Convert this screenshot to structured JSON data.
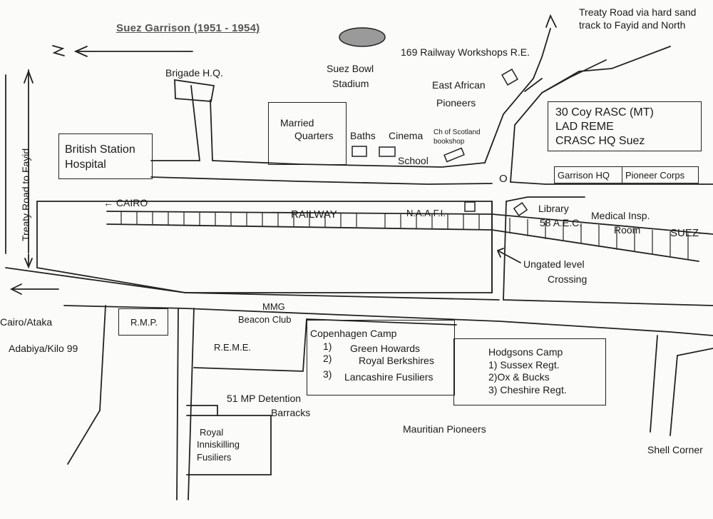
{
  "title": "Suez Garrison (1951 - 1954)",
  "roads": {
    "treaty_fayid_north_1": "Treaty Road via hard sand",
    "treaty_fayid_north_2": "track to Fayid and North",
    "treaty_fayid_left": "Treaty Road to Fayid",
    "cairo_ataka": "Cairo/Ataka",
    "adabiya": "Adabiya/Kilo 99",
    "shell_corner": "Shell Corner",
    "roundabout": "O"
  },
  "railway": {
    "cairo": "CAIRO",
    "railway": "RAILWAY",
    "suez": "SUEZ",
    "crossing_1": "Ungated level",
    "crossing_2": "Crossing"
  },
  "places": {
    "brigade_hq": "Brigade H.Q.",
    "suez_bowl_1": "Suez Bowl",
    "suez_bowl_2": "Stadium",
    "workshops": "169 Railway Workshops R.E.",
    "east_african_1": "East African",
    "east_african_2": "Pioneers",
    "coy_1": "30 Coy RASC (MT)",
    "coy_2": "LAD REME",
    "coy_3": "CRASC HQ Suez",
    "garrison_hq": "Garrison HQ",
    "pioneer_corps": "Pioneer Corps",
    "hospital_1": "British Station",
    "hospital_2": "Hospital",
    "married_1": "Married",
    "married_2": "Quarters",
    "baths": "Baths",
    "cinema": "Cinema",
    "school": "School",
    "chscot_1": "Ch of Scotland",
    "chscot_2": "bookshop",
    "naafi": "N.A.A.F.I.",
    "library_1": "Library",
    "library_2": "58 A.E.C.",
    "medical_1": "Medical Insp.",
    "medical_2": "Room",
    "rmp": "R.M.P.",
    "mmg_1": "MMG",
    "mmg_2": "Beacon Club",
    "reme": "R.E.M.E.",
    "detention_1": "51 MP Detention",
    "detention_2": "Barracks",
    "mauritian": "Mauritian Pioneers",
    "inniskilling_1": "Royal",
    "inniskilling_2": "Inniskilling",
    "inniskilling_3": "Fusiliers"
  },
  "copenhagen": {
    "name": "Copenhagen Camp",
    "units": [
      {
        "num": "1)",
        "name": "Green Howards"
      },
      {
        "num": "2)",
        "name": "Royal Berkshires"
      },
      {
        "num": "3)",
        "name": "Lancashire Fusiliers"
      }
    ]
  },
  "hodgsons": {
    "name": "Hodgsons Camp",
    "units": [
      "1) Sussex Regt.",
      "2)Ox & Bucks",
      "3) Cheshire Regt."
    ]
  }
}
